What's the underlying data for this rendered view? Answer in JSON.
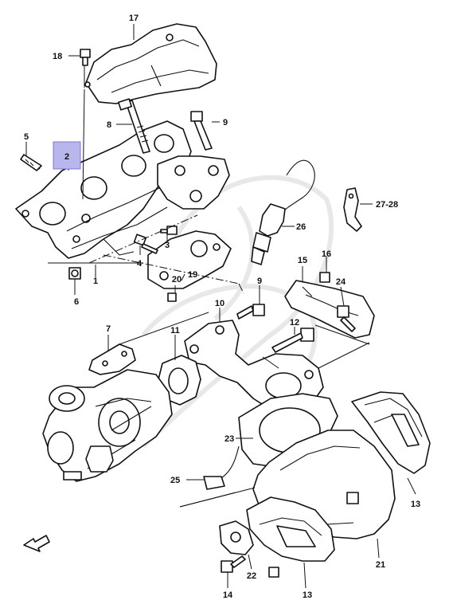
{
  "diagram": {
    "callouts": {
      "c17": "17",
      "c18": "18",
      "c9": "9",
      "c8": "8",
      "c5": "5",
      "c2": "2",
      "c2728": "27-28",
      "c26": "26",
      "c3": "3",
      "c4": "4",
      "c1": "1",
      "c16": "16",
      "c15": "15",
      "c20": "20",
      "c19": "19",
      "c24": "24",
      "c6": "6",
      "c9b": "9",
      "c10": "10",
      "c7": "7",
      "c11": "11",
      "c12": "12",
      "c23": "23",
      "c25": "25",
      "c13a": "13",
      "c21": "21",
      "c22": "22",
      "c14": "14",
      "c13b": "13"
    },
    "highlight_color": "#b9b6ee",
    "icons": [
      "front-arrow-icon"
    ]
  }
}
